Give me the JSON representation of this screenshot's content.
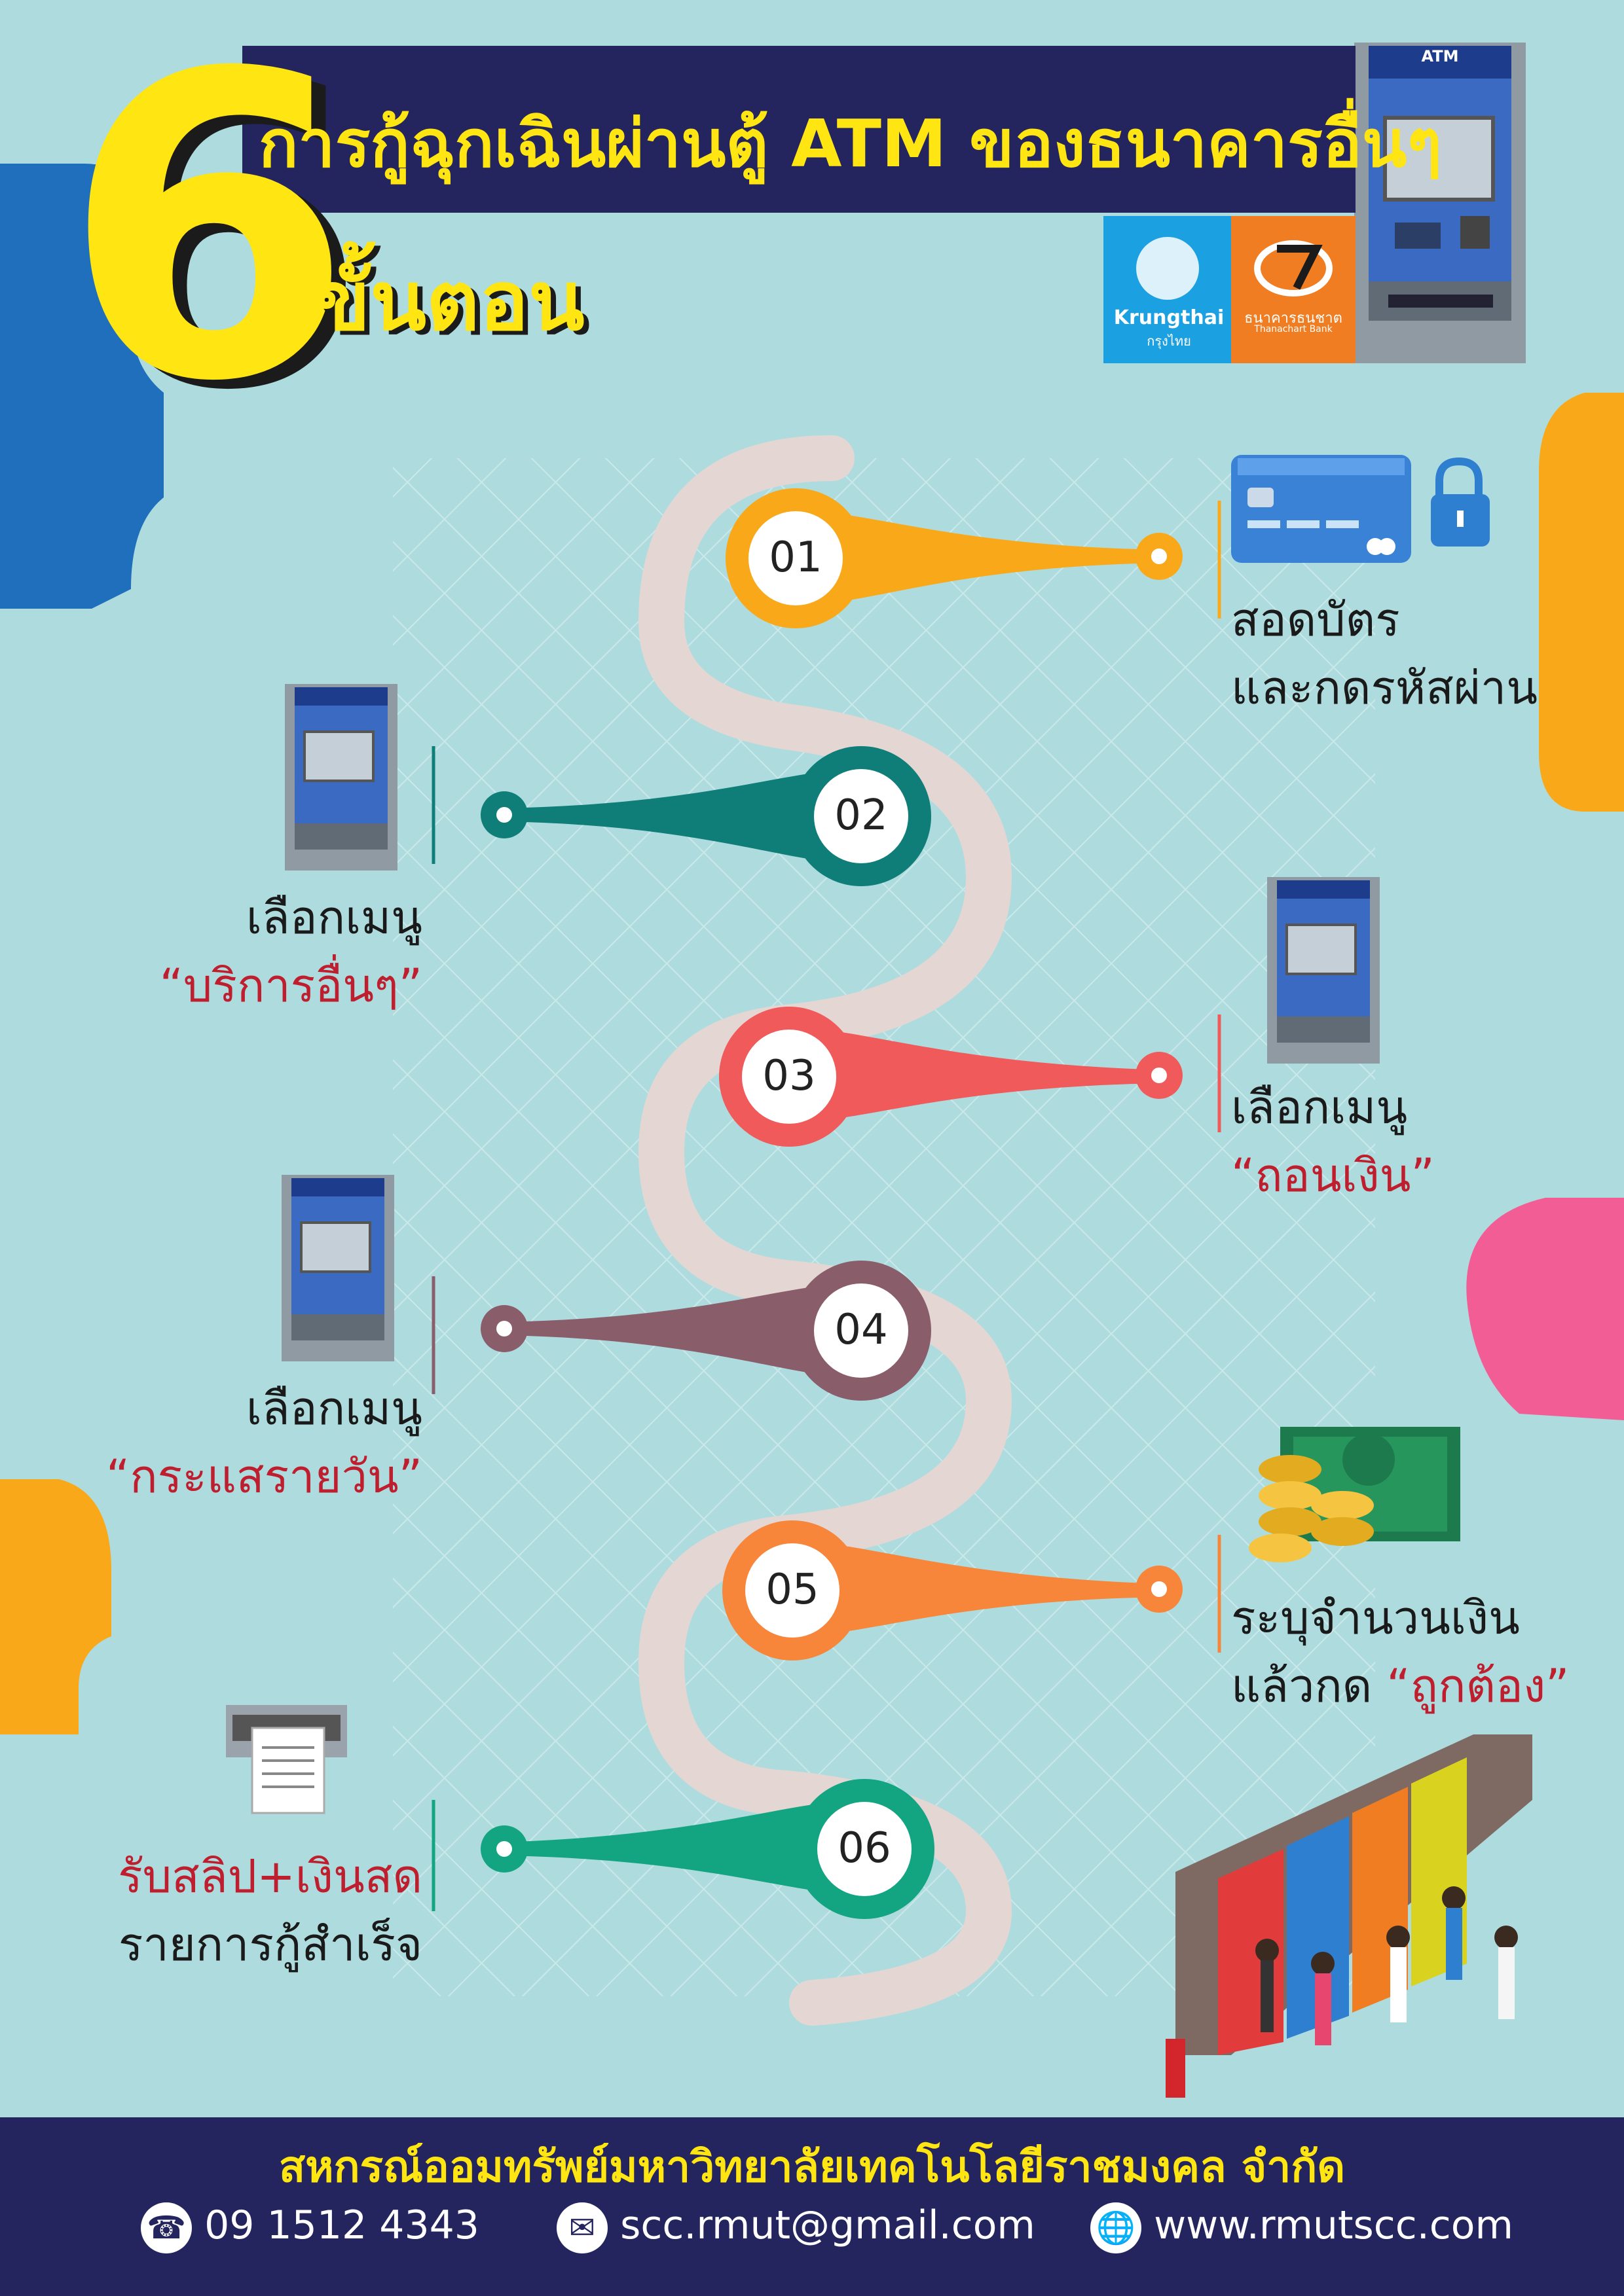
{
  "header": {
    "number": "6",
    "title": "การกู้ฉุกเฉินผ่านตู้ ATM ของธนาคารอื่นๆ",
    "subtitle": "ขั้นตอน"
  },
  "banks": {
    "krungthai_name": "Krungthai",
    "krungthai_thai": "กรุงไทย",
    "thanachart_name": "ธนาคารธนชาต",
    "thanachart_en": "Thanachart Bank",
    "atm_label": "ATM"
  },
  "steps": [
    {
      "num": "01",
      "line1": "สอดบัตร",
      "line2": "และกดรหัสผ่าน",
      "color": "#f9a81a"
    },
    {
      "num": "02",
      "line1": "เลือกเมนู",
      "line2": "“บริการอื่นๆ”",
      "color": "#0f7d78"
    },
    {
      "num": "03",
      "line1": "เลือกเมนู",
      "line2": "“ถอนเงิน”",
      "color": "#f05a5a"
    },
    {
      "num": "04",
      "line1": "เลือกเมนู",
      "line2": "“กระแสรายวัน”",
      "color": "#8a5d6b"
    },
    {
      "num": "05",
      "line1": "ระบุจำนวนเงิน",
      "line2a": "แล้วกด ",
      "line2b": "“ถูกต้อง”",
      "color": "#f7863b"
    },
    {
      "num": "06",
      "line1": "รับสลิป+เงินสด",
      "line2": "รายการกู้สำเร็จ",
      "color": "#13a582"
    }
  ],
  "footer": {
    "org": "สหกรณ์ออมทรัพย์มหาวิทยาลัยเทคโนโลยีราชมงคล จำกัด",
    "phone": "09 1512 4343",
    "email": "scc.rmut@gmail.com",
    "website": "www.rmutscc.com"
  },
  "icons": [
    "phone-icon",
    "mail-icon",
    "globe-icon",
    "credit-card-icon",
    "lock-icon",
    "atm-icon",
    "money-icon",
    "coins-icon",
    "printer-slip-icon"
  ],
  "colors": {
    "background": "#aedcde",
    "navy": "#24245e",
    "yellow": "#ffe511",
    "red_text": "#be1e2d",
    "path": "#e3d6d3"
  }
}
